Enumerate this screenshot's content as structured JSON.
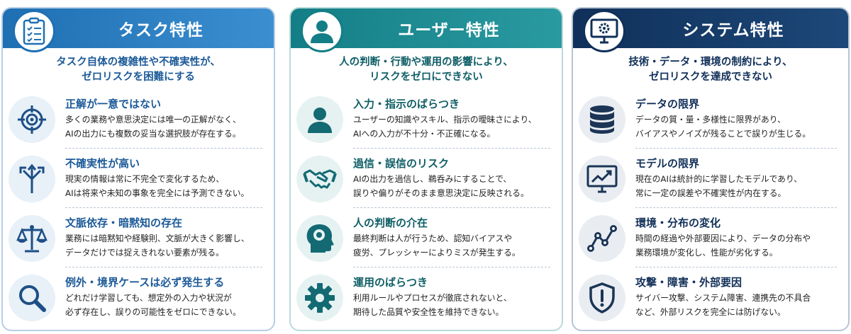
{
  "panels": [
    {
      "title": "タスク特性",
      "icon": "clipboard-checklist-icon",
      "subtitle": [
        "タスク自体の複雑性や不確実性が、",
        "ゼロリスクを困難にする"
      ],
      "items": [
        {
          "icon": "target-icon",
          "title": "正解が一意ではない",
          "desc": [
            "多くの業務や意思決定には唯一の正解がなく、",
            "AIの出力にも複数の妥当な選択肢が存在する。"
          ]
        },
        {
          "icon": "branching-arrows-icon",
          "title": "不確実性が高い",
          "desc": [
            "現実の情報は常に不完全で変化するため、",
            "AIは将来や未知の事象を完全には予測できない。"
          ]
        },
        {
          "icon": "balance-scale-icon",
          "title": "文脈依存・暗黙知の存在",
          "desc": [
            "業務には暗黙知や経験則、文脈が大きく影響し、",
            "データだけでは捉えきれない要素が残る。"
          ]
        },
        {
          "icon": "magnifier-icon",
          "title": "例外・境界ケースは必ず発生する",
          "desc": [
            "どれだけ学習しても、想定外の入力や状況が",
            "必ず存在し、誤りの可能性をゼロにできない。"
          ]
        }
      ]
    },
    {
      "title": "ユーザー特性",
      "icon": "user-icon",
      "subtitle": [
        "人の判断・行動や運用の影響により、",
        "リスクをゼロにできない"
      ],
      "items": [
        {
          "icon": "person-icon",
          "title": "入力・指示のばらつき",
          "desc": [
            "ユーザーの知識やスキル、指示の曖昧さにより、",
            "AIへの入力が不十分・不正確になる。"
          ]
        },
        {
          "icon": "handshake-icon",
          "title": "過信・誤信のリスク",
          "desc": [
            "AIの出力を過信し、鵜呑みにすることで、",
            "誤りや偏りがそのまま意思決定に反映される。"
          ]
        },
        {
          "icon": "head-brain-icon",
          "title": "人の判断の介在",
          "desc": [
            "最終判断は人が行うため、認知バイアスや",
            "疲労、プレッシャーによりミスが発生する。"
          ]
        },
        {
          "icon": "gear-icon",
          "title": "運用のばらつき",
          "desc": [
            "利用ルールやプロセスが徹底されないと、",
            "期待した品質や安全性を維持できない。"
          ]
        }
      ]
    },
    {
      "title": "システム特性",
      "icon": "monitor-gear-icon",
      "subtitle": [
        "技術・データ・環境の制約により、",
        "ゼロリスクを達成できない"
      ],
      "items": [
        {
          "icon": "database-icon",
          "title": "データの限界",
          "desc": [
            "データの質・量・多様性に限界があり、",
            "バイアスやノイズが残ることで誤りが生じる。"
          ]
        },
        {
          "icon": "monitor-chart-icon",
          "title": "モデルの限界",
          "desc": [
            "現在のAIは統計的に学習したモデルであり、",
            "常に一定の誤差や不確実性が内在する。"
          ]
        },
        {
          "icon": "line-chart-icon",
          "title": "環境・分布の変化",
          "desc": [
            "時間の経過や外部要因により、データの分布や",
            "業務環境が変化し、性能が劣化する。"
          ]
        },
        {
          "icon": "shield-alert-icon",
          "title": "攻撃・障害・外部要因",
          "desc": [
            "サイバー攻撃、システム障害、連携先の不具合",
            "など、外部リスクを完全には防げない。"
          ]
        }
      ]
    }
  ]
}
